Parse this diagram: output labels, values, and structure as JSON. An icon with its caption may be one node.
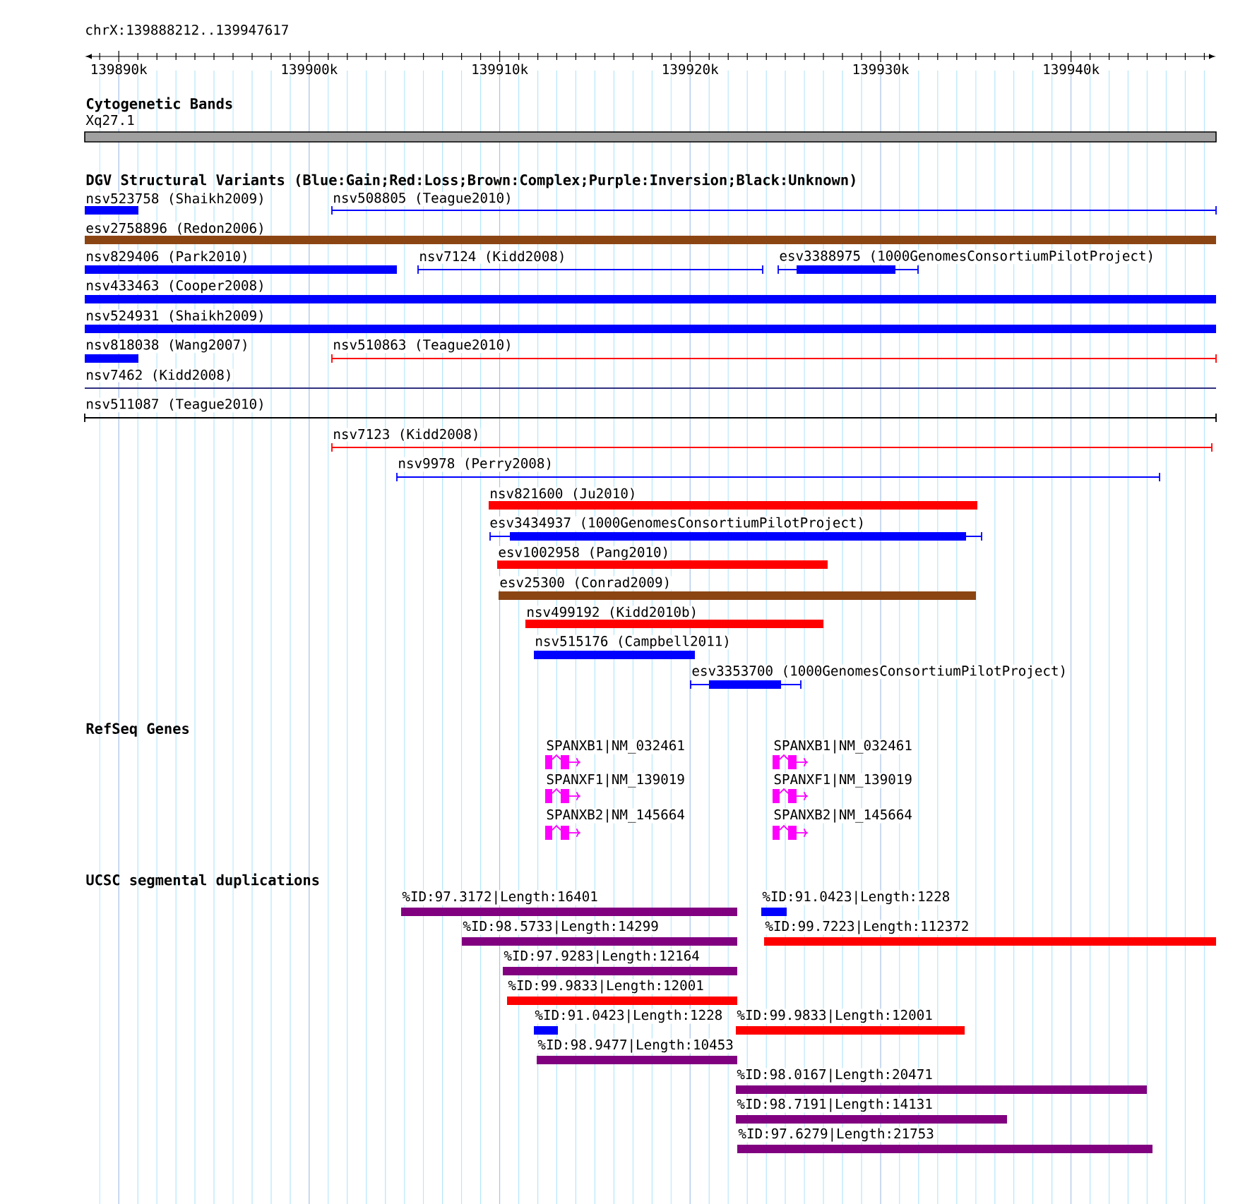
{
  "diagram": {
    "nodes": [
      {
        "text": [
          "Xq27.1"
        ]
      },
      {
        "text": [
          "nsv523758 (Shaikh2009)"
        ]
      },
      {
        "text": [
          "nsv508805 (Teague2010)"
        ]
      },
      {
        "text": [
          "esv2758896 (Redon2006)"
        ]
      },
      {
        "text": [
          "nsv829406 (Park2010)"
        ]
      },
      {
        "text": [
          "nsv7124 (Kidd2008)"
        ]
      },
      {
        "text": [
          "esv3388975 (1000GenomesConsortiumPilotProject)"
        ]
      },
      {
        "text": [
          "nsv433463 (Cooper2008)"
        ]
      },
      {
        "text": [
          "nsv524931 (Shaikh2009)"
        ]
      },
      {
        "text": [
          "nsv818038 (Wang2007)"
        ]
      },
      {
        "text": [
          "nsv510863 (Teague2010)"
        ]
      },
      {
        "text": [
          "nsv7462 (Kidd2008)"
        ]
      },
      {
        "text": [
          "nsv511087 (Teague2010)"
        ]
      },
      {
        "text": [
          "nsv7123 (Kidd2008)"
        ]
      },
      {
        "text": [
          "nsv9978 (Perry2008)"
        ]
      },
      {
        "text": [
          "nsv821600 (Ju2010)"
        ]
      },
      {
        "text": [
          "esv3434937 (1000GenomesConsortiumPilotProject)"
        ]
      },
      {
        "text": [
          "esv1002958 (Pang2010)"
        ]
      },
      {
        "text": [
          "esv25300 (Conrad2009)"
        ]
      },
      {
        "text": [
          "nsv499192 (Kidd2010b)"
        ]
      },
      {
        "text": [
          "nsv515176 (Campbell2011)"
        ]
      },
      {
        "text": [
          "esv3353700 (1000GenomesConsortiumPilotProject)"
        ]
      },
      {
        "text": [
          "SPANXB1|NM_032461"
        ]
      },
      {
        "text": [
          "SPANXB1|NM_032461"
        ]
      },
      {
        "text": [
          "SPANXF1|NM_139019"
        ]
      },
      {
        "text": [
          "SPANXF1|NM_139019"
        ]
      },
      {
        "text": [
          "SPANXB2|NM_145664"
        ]
      },
      {
        "text": [
          "SPANXB2|NM_145664"
        ]
      },
      {
        "text": [
          "%ID:97.3172|Length:16401"
        ]
      },
      {
        "text": [
          "%ID:91.0423|Length:1228"
        ]
      },
      {
        "text": [
          "%ID:98.5733|Length:14299"
        ]
      },
      {
        "text": [
          "%ID:99.7223|Length:112372"
        ]
      },
      {
        "text": [
          "%ID:97.9283|Length:12164"
        ]
      },
      {
        "text": [
          "%ID:99.9833|Length:12001"
        ]
      },
      {
        "text": [
          "%ID:91.0423|Length:1228"
        ]
      },
      {
        "text": [
          "%ID:99.9833|Length:12001"
        ]
      },
      {
        "text": [
          "%ID:98.9477|Length:10453"
        ]
      },
      {
        "text": [
          "%ID:98.0167|Length:20471"
        ]
      },
      {
        "text": [
          "%ID:98.7191|Length:14131"
        ]
      },
      {
        "text": [
          "%ID:97.6279|Length:21753"
        ]
      }
    ],
    "labels": [
      "chrX:139888212..139947617",
      "139890k",
      "139900k",
      "139910k",
      "139920k",
      "139930k",
      "139940k",
      "Cytogenetic Bands",
      "DGV Structural Variants (Blue:Gain;Red:Loss;Brown:Complex;Purple:Inversion;Black:Unknown)",
      "RefSeq Genes",
      "UCSC segmental duplications"
    ]
  }
}
